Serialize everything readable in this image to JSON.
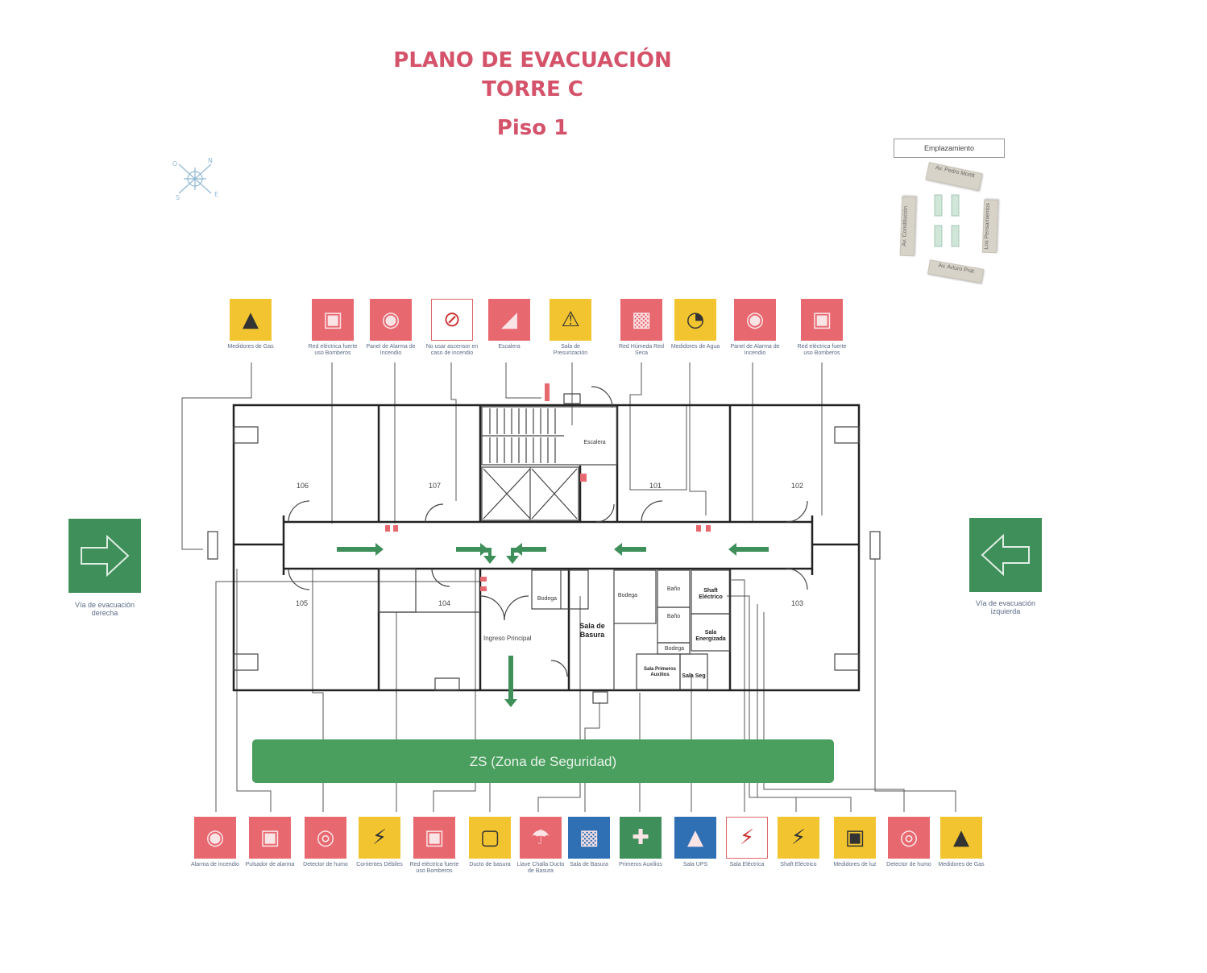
{
  "title": {
    "line1": "PLANO DE EVACUACIÓN",
    "line2": "TORRE C",
    "floor": "Piso 1"
  },
  "compass": {
    "letters": [
      "N",
      "E",
      "S",
      "O"
    ]
  },
  "location_map": {
    "heading": "Emplazamiento",
    "streets": {
      "top": "Av. Pedro Montt",
      "left": "Av. Constitución",
      "right": "Los Pensamientos",
      "bottom": "Av. Arturo Prat"
    }
  },
  "top_signs": [
    {
      "label": "Medidores de Gas",
      "icon": "gas-meter-icon",
      "color": "#f2c530"
    },
    {
      "label": "Red eléctrica fuerte uso Bomberos",
      "icon": "fire-network-icon",
      "color": "#e86870"
    },
    {
      "label": "Panel de Alarma de Incendio",
      "icon": "alarm-panel-icon",
      "color": "#e86870"
    },
    {
      "label": "No usar ascensor en caso de incendio",
      "icon": "no-elevator-icon",
      "color": "#ffffff"
    },
    {
      "label": "Escalera",
      "icon": "stairs-icon",
      "color": "#e86870"
    },
    {
      "label": "Sala de Presurización",
      "icon": "pressurization-icon",
      "color": "#f2c530"
    },
    {
      "label": "Red Húmeda Red Seca",
      "icon": "hydrant-icon",
      "color": "#e86870"
    },
    {
      "label": "Medidores de Agua",
      "icon": "water-meter-icon",
      "color": "#f2c530"
    },
    {
      "label": "Panel de Alarma de Incendio",
      "icon": "alarm-panel-icon",
      "color": "#e86870"
    },
    {
      "label": "Red eléctrica fuerte uso Bomberos",
      "icon": "fire-network-icon",
      "color": "#e86870"
    }
  ],
  "bottom_signs": [
    {
      "label": "Alarma de incendio",
      "icon": "fire-alarm-icon",
      "color": "#e86870"
    },
    {
      "label": "Pulsador de alarma",
      "icon": "pull-station-icon",
      "color": "#e86870"
    },
    {
      "label": "Detector de humo",
      "icon": "smoke-detector-icon",
      "color": "#e86870"
    },
    {
      "label": "Corrientes Débiles",
      "icon": "low-voltage-icon",
      "color": "#f2c530"
    },
    {
      "label": "Red eléctrica fuerte uso Bomberos",
      "icon": "fire-network-icon",
      "color": "#e86870"
    },
    {
      "label": "Ducto de basura",
      "icon": "trash-chute-icon",
      "color": "#f2c530"
    },
    {
      "label": "Llave Challa Ducto de Basura",
      "icon": "sprinkler-icon",
      "color": "#e86870"
    },
    {
      "label": "Sala de Basura",
      "icon": "trash-room-icon",
      "color": "#2f6fb3"
    },
    {
      "label": "Primeros Auxilios",
      "icon": "first-aid-icon",
      "color": "#3f8f5a"
    },
    {
      "label": "Sala UPS",
      "icon": "ups-room-icon",
      "color": "#2f6fb3"
    },
    {
      "label": "Sala Eléctrica",
      "icon": "electric-room-icon",
      "color": "#ffffff"
    },
    {
      "label": "Shaft Eléctrico",
      "icon": "electric-shaft-icon",
      "color": "#f2c530"
    },
    {
      "label": "Medidores de luz",
      "icon": "power-meter-icon",
      "color": "#f2c530"
    },
    {
      "label": "Detector de humo",
      "icon": "smoke-detector-icon",
      "color": "#e86870"
    },
    {
      "label": "Medidores de Gas",
      "icon": "gas-meter-icon",
      "color": "#f2c530"
    }
  ],
  "rooms": {
    "r106": "106",
    "r107": "107",
    "r101": "101",
    "r102": "102",
    "r105": "105",
    "r104": "104",
    "r103": "103",
    "escalera": "Escalera",
    "bodega1": "Bodega",
    "bodega2": "Bodega",
    "bodega3": "Bodega",
    "ingreso": "Ingreso Principal",
    "sala_basura": "Sala de Basura",
    "bano1": "Baño",
    "bano2": "Baño",
    "shaft": "Shaft Eléctrico",
    "sala_energ": "Sala Energizada",
    "sala_primeros": "Sala Primeros Auxilios",
    "sala_seg": "Sala Seg"
  },
  "safe_zone": "ZS (Zona de Seguridad)",
  "evacuation": {
    "left_label": "Vía de evacuación derecha",
    "right_label": "Vía de evacuación izquierda"
  },
  "colors": {
    "title": "#d4536a",
    "safe_zone": "#4a9e5e",
    "arrow": "#3f8f5a",
    "sign_red": "#e86870",
    "sign_yellow": "#f2c530",
    "sign_blue": "#2f6fb3"
  }
}
